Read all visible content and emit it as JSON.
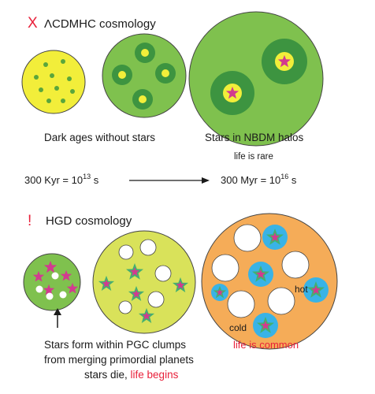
{
  "lcdm": {
    "marker": "X",
    "title": "ΛCDMHC cosmology",
    "label_dark_ages": "Dark ages without stars",
    "label_stars_halos": "Stars in NBDM halos",
    "label_life_rare": "life is rare",
    "time_start_a": "300 Kyr = 10",
    "time_start_exp": "13",
    "time_start_b": " s",
    "time_end_a": "300 Myr = 10",
    "time_end_exp": "16",
    "time_end_b": " s"
  },
  "hgd": {
    "marker": "!",
    "title": "HGD cosmology",
    "caption_line1": "Stars form within PGC clumps",
    "caption_line2": "from merging primordial planets",
    "caption_line3a": "stars die, ",
    "caption_line3b": "life begins",
    "label_hot": "hot",
    "label_cold": "cold",
    "label_life_common": "life is common"
  },
  "colors": {
    "red": "#e8203a",
    "yellow": "#f2ee3a",
    "light_green": "#7fc14e",
    "dark_green": "#3d9440",
    "yellow_green": "#d9e25a",
    "orange": "#f5ac58",
    "cyan": "#39b3e6",
    "magenta": "#d23a8f"
  }
}
